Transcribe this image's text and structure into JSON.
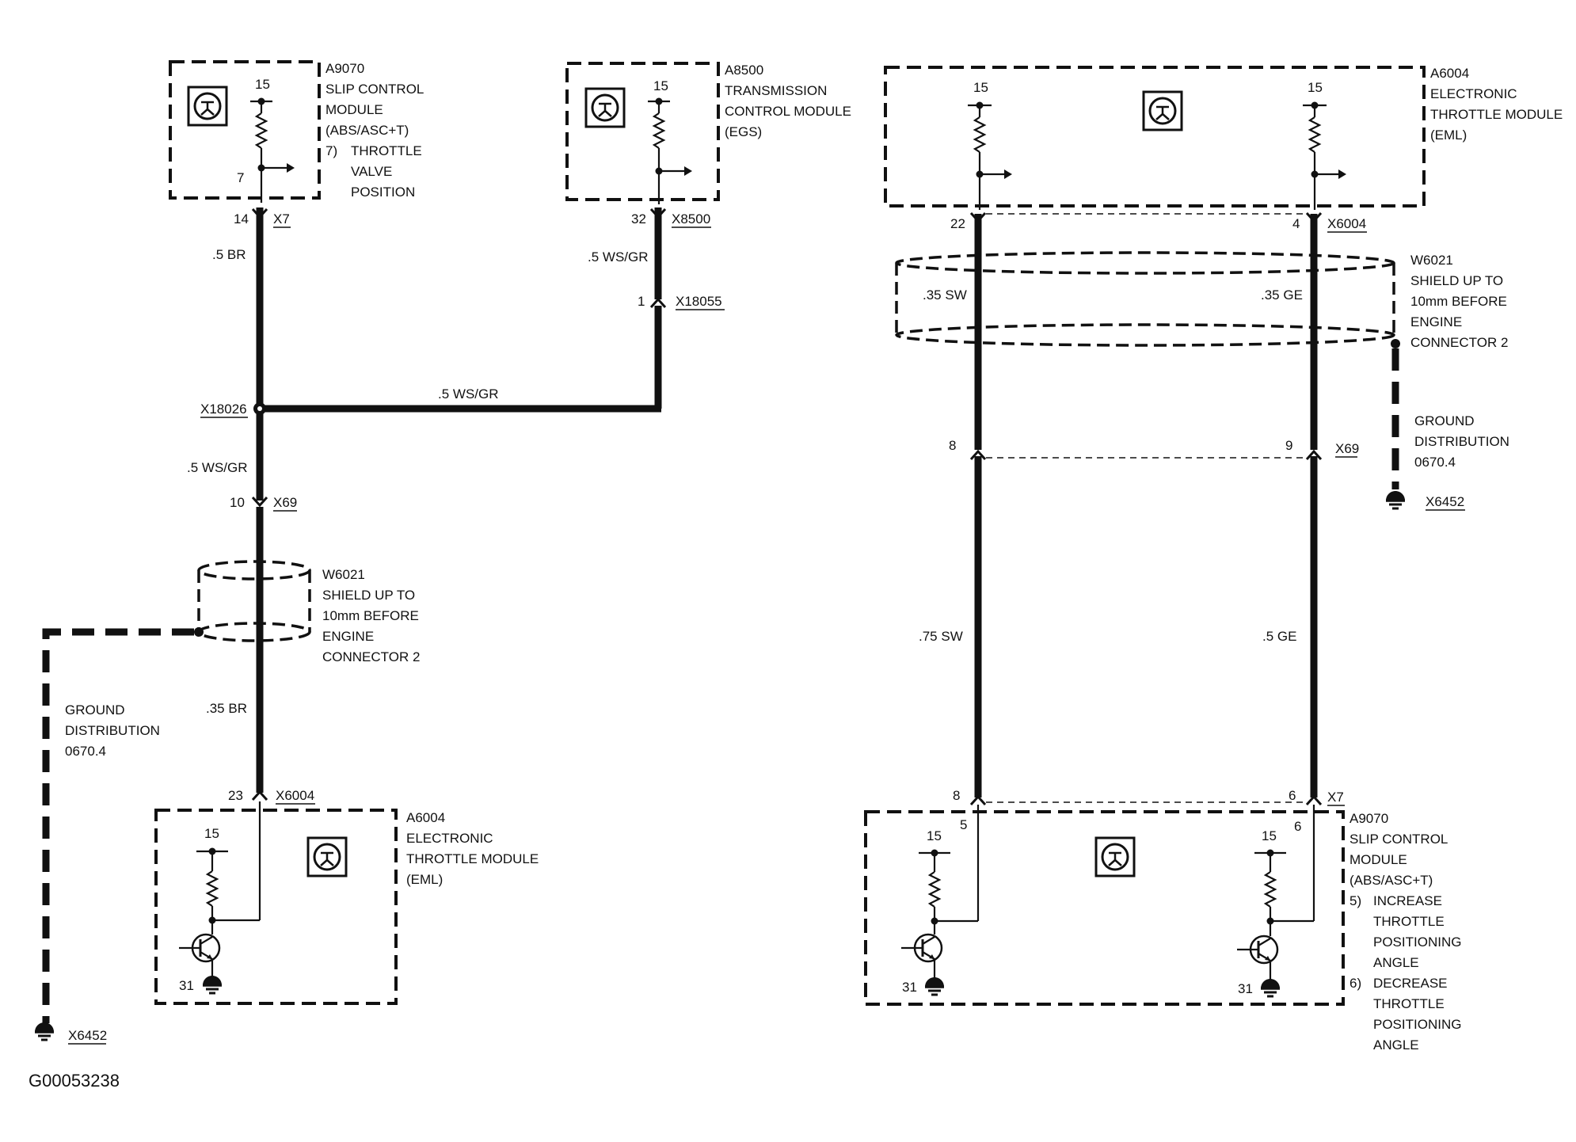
{
  "figure_id": "G00053238",
  "left": {
    "a9070": {
      "id": "A9070",
      "line1": "SLIP CONTROL",
      "line2": "MODULE",
      "line3": "(ABS/ASC+T)",
      "note_num": "7)",
      "note1": "THROTTLE",
      "note2": "VALVE",
      "note3": "POSITION",
      "pin_top": "15",
      "pin_out": "7"
    },
    "a8500": {
      "id": "A8500",
      "line1": "TRANSMISSION",
      "line2": "CONTROL MODULE",
      "line3": "(EGS)",
      "pin_top": "15"
    },
    "x7": {
      "pin": "14",
      "name": "X7"
    },
    "x8500": {
      "pin": "32",
      "name": "X8500"
    },
    "x18055": {
      "pin": "1",
      "name": "X18055"
    },
    "x18026": {
      "name": "X18026"
    },
    "x69": {
      "pin": "10",
      "name": "X69"
    },
    "x6004": {
      "pin": "23",
      "name": "X6004"
    },
    "wire_br": ".5 BR",
    "wire_wsgr_a": ".5 WS/GR",
    "wire_wsgr_b": ".5 WS/GR",
    "wire_wsgr_c": ".5 WS/GR",
    "wire_35br": ".35 BR",
    "shield": {
      "id": "W6021",
      "line1": "SHIELD UP TO",
      "line2": "10mm BEFORE",
      "line3": "ENGINE",
      "line4": "CONNECTOR 2"
    },
    "ground": {
      "line1": "GROUND",
      "line2": "DISTRIBUTION",
      "line3": "0670.4",
      "name": "X6452"
    },
    "a6004": {
      "id": "A6004",
      "line1": "ELECTRONIC",
      "line2": "THROTTLE MODULE",
      "line3": "(EML)",
      "pin_top": "15",
      "pin_gnd": "31"
    }
  },
  "right": {
    "a6004": {
      "id": "A6004",
      "line1": "ELECTRONIC",
      "line2": "THROTTLE MODULE",
      "line3": "(EML)",
      "pin_top_a": "15",
      "pin_top_b": "15"
    },
    "x6004": {
      "pin_a": "22",
      "pin_b": "4",
      "name": "X6004"
    },
    "shield": {
      "id": "W6021",
      "line1": "SHIELD UP TO",
      "line2": "10mm BEFORE",
      "line3": "ENGINE",
      "line4": "CONNECTOR 2"
    },
    "wire_35sw": ".35 SW",
    "wire_35ge": ".35 GE",
    "ground": {
      "line1": "GROUND",
      "line2": "DISTRIBUTION",
      "line3": "0670.4",
      "name": "X6452"
    },
    "x69": {
      "pin_a": "8",
      "pin_b": "9",
      "name": "X69"
    },
    "wire_75sw": ".75 SW",
    "wire_5ge": ".5 GE",
    "x7": {
      "pin_a": "8",
      "pin_b": "6",
      "name": "X7"
    },
    "a9070": {
      "id": "A9070",
      "line1": "SLIP CONTROL",
      "line2": "MODULE",
      "line3": "(ABS/ASC+T)",
      "n5": "5)",
      "n5_1": "INCREASE",
      "n5_2": "THROTTLE",
      "n5_3": "POSITIONING",
      "n5_4": "ANGLE",
      "n6": "6)",
      "n6_1": "DECREASE",
      "n6_2": "THROTTLE",
      "n6_3": "POSITIONING",
      "n6_4": "ANGLE",
      "pin_in_a": "5",
      "pin_in_b": "6",
      "pin_top_a": "15",
      "pin_top_b": "15",
      "pin_gnd_a": "31",
      "pin_gnd_b": "31"
    }
  }
}
